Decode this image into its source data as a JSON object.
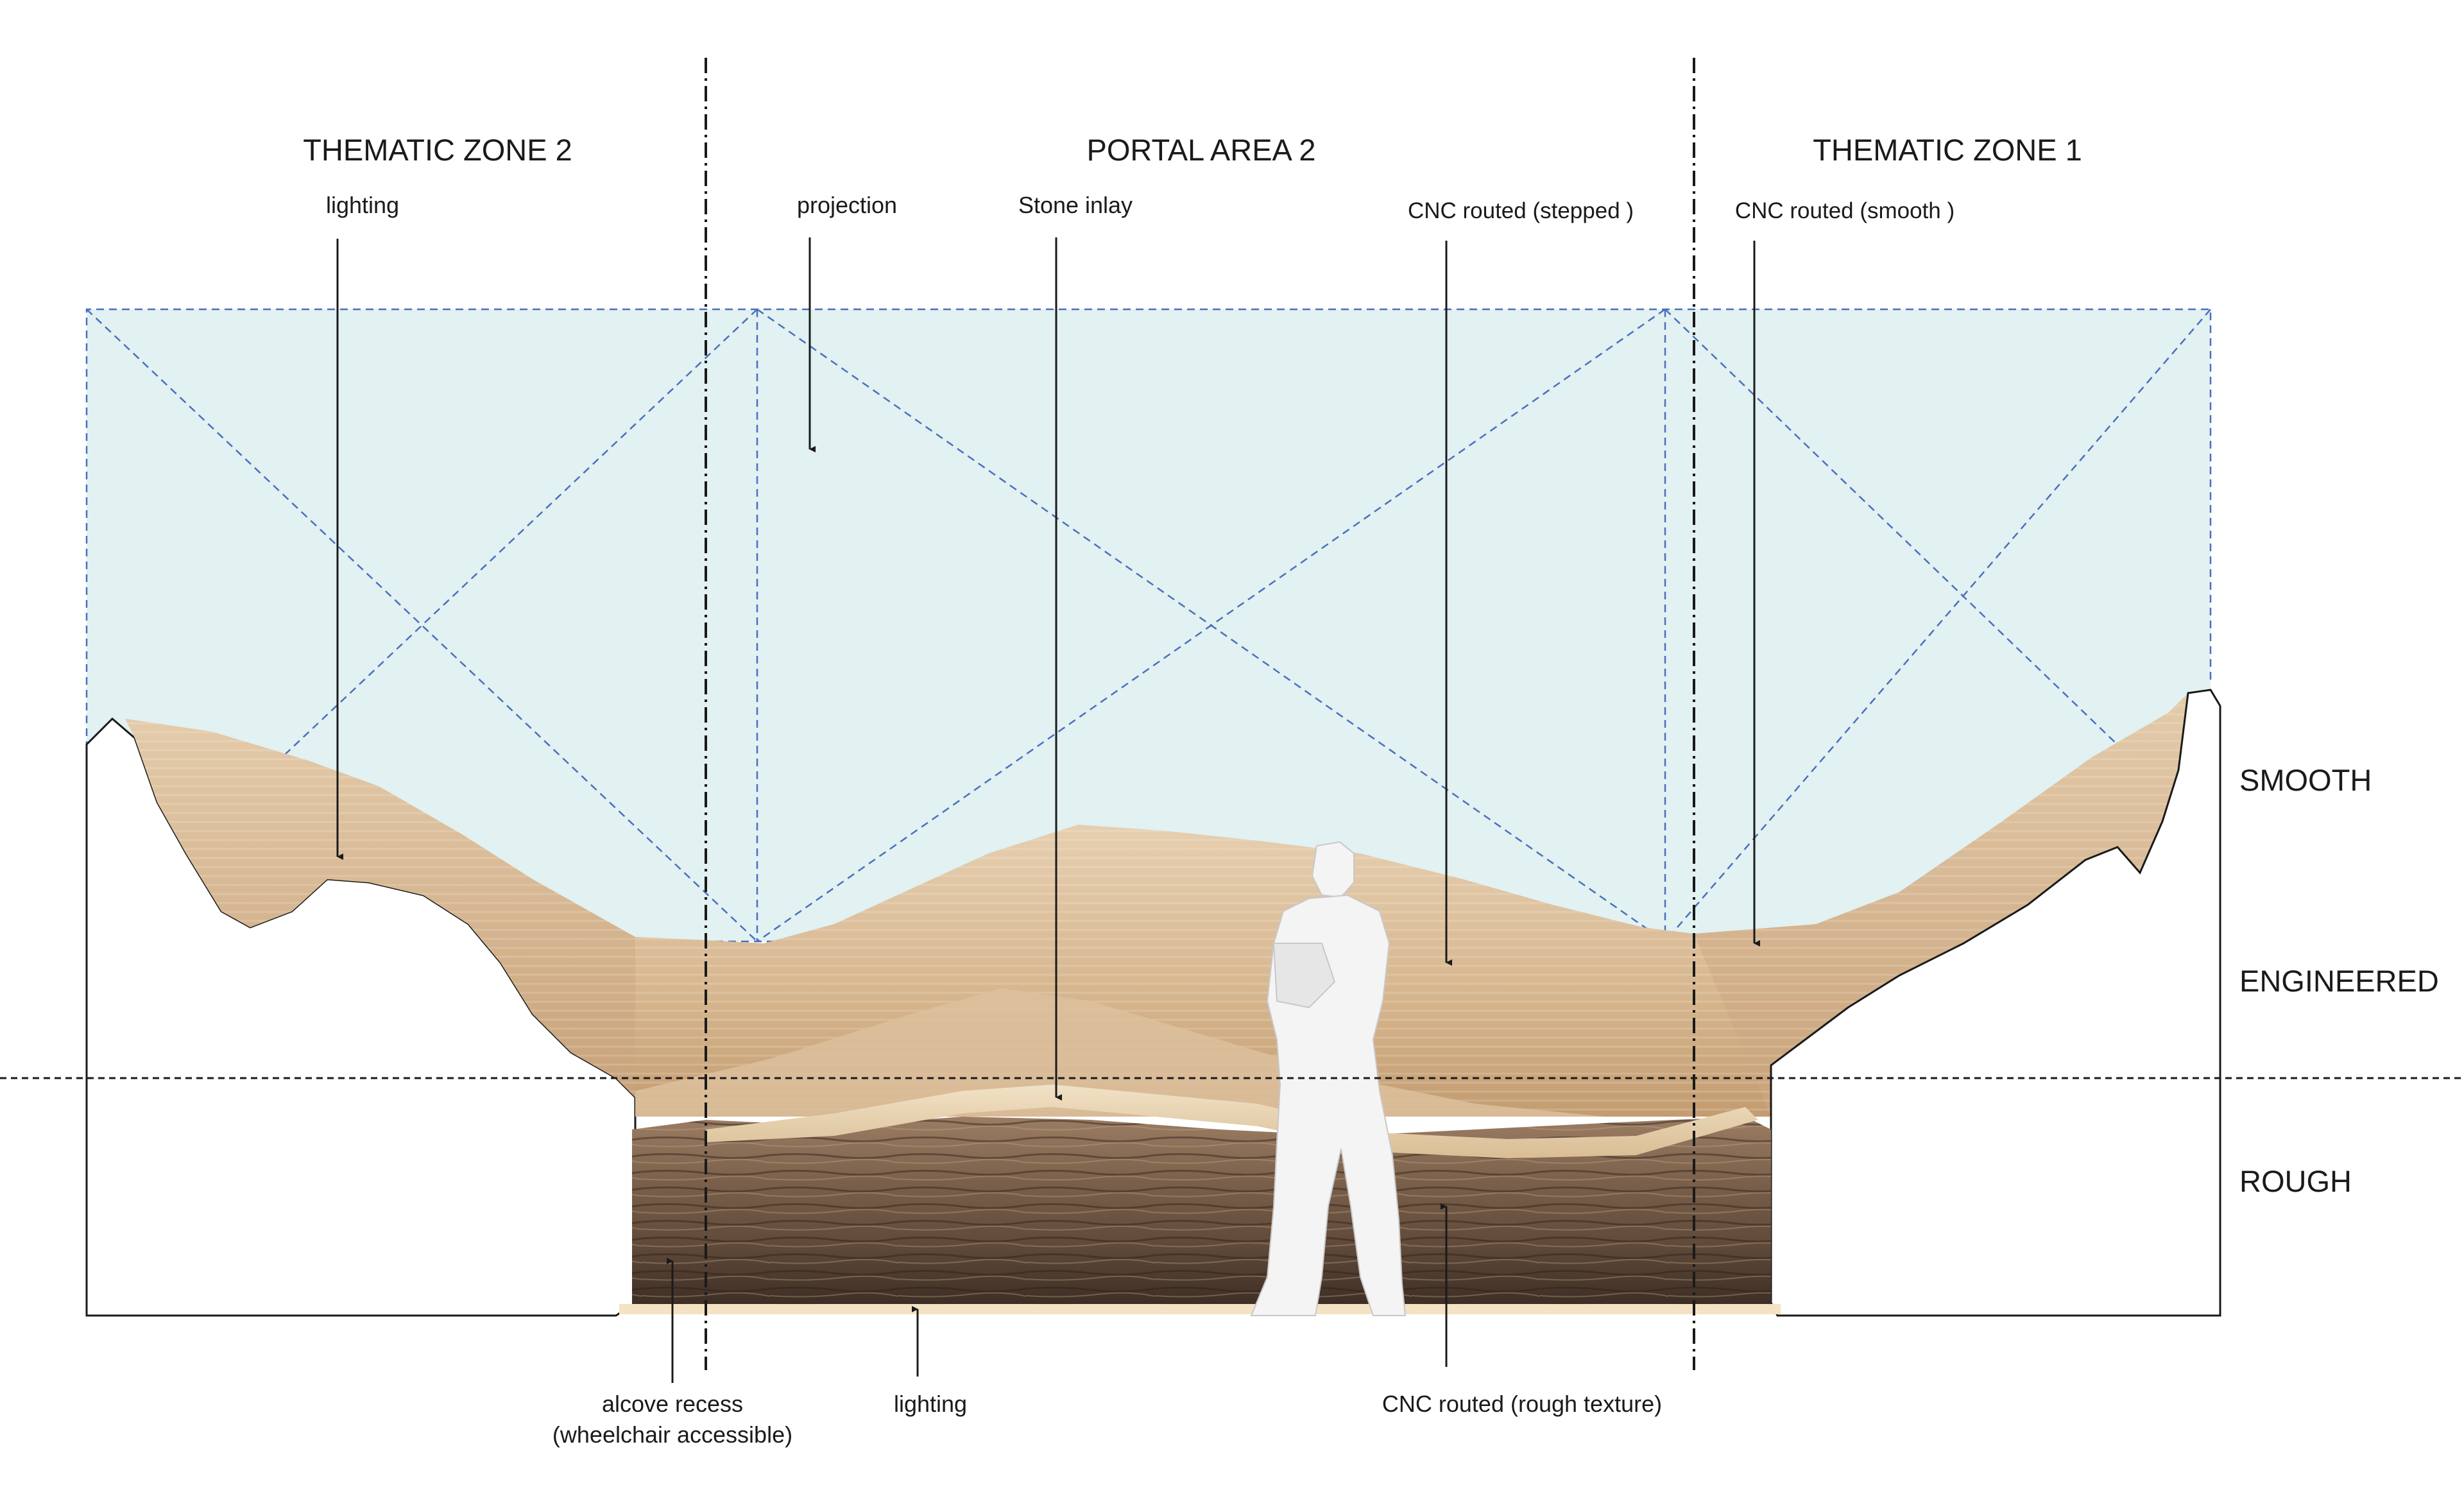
{
  "zones": {
    "left": "THEMATIC ZONE 2",
    "center": "PORTAL AREA 2",
    "right": "THEMATIC ZONE 1"
  },
  "layers": {
    "smooth": "SMOOTH",
    "engineered": "ENGINEERED",
    "rough": "ROUGH"
  },
  "callouts": {
    "lighting_top": "lighting",
    "projection": "projection",
    "stone_inlay": "Stone inlay",
    "cnc_stepped": "CNC routed (stepped )",
    "cnc_smooth": "CNC routed (smooth )",
    "alcove_line1": "alcove recess",
    "alcove_line2": "(wheelchair accessible)",
    "lighting_bottom": "lighting",
    "cnc_rough": "CNC routed (rough texture)"
  },
  "colors": {
    "projection_fill": "#e2f1f1",
    "guide_line": "#4a6fbf",
    "sand_light": "#e2c9a8",
    "sand_mid": "#c9a47a",
    "rock_dark": "#5a4536"
  }
}
